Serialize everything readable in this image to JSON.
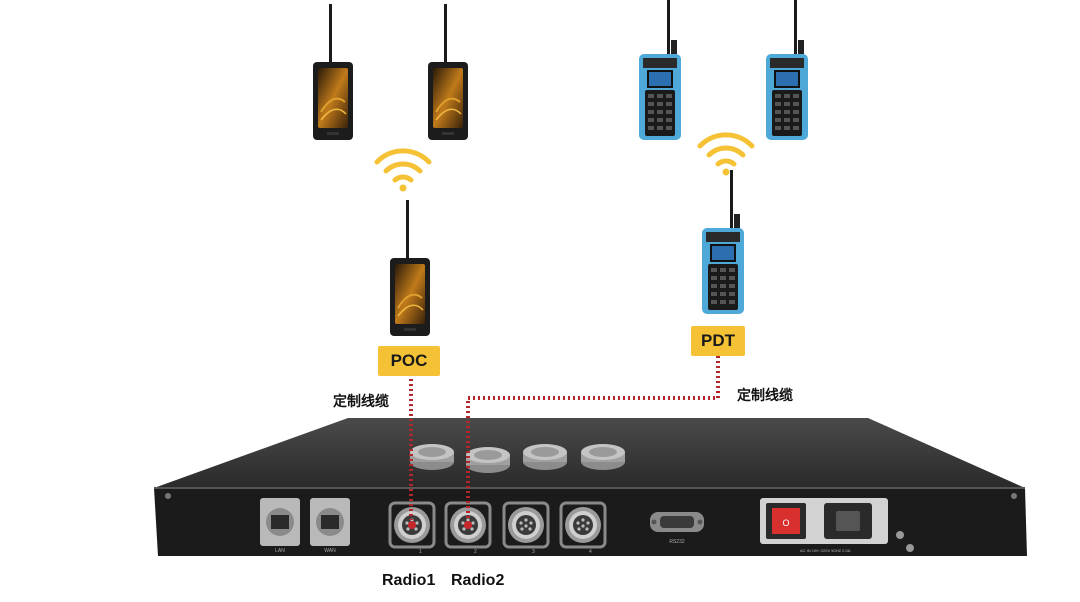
{
  "labels": {
    "poc": "POC",
    "pdt": "PDT",
    "cable_left": "定制线缆",
    "cable_right": "定制线缆",
    "radio1": "Radio1",
    "radio2": "Radio2"
  },
  "panel_text": {
    "port1": "1",
    "port2": "2",
    "port3": "3",
    "port4": "4",
    "rs232": "RS232",
    "lan1": "LAN",
    "lan2": "WAN",
    "power": "AC IN 100~220V 50HZ 2.0A"
  },
  "colors": {
    "tag": "#f5c236",
    "wifi": "#f5c236",
    "cable": "#b5262a",
    "device": "#1c1c1c",
    "pdt_radio": "#4ea9d8"
  },
  "icons": [
    "poc-handset-icon",
    "pdt-radio-icon",
    "wifi-signal-icon"
  ]
}
